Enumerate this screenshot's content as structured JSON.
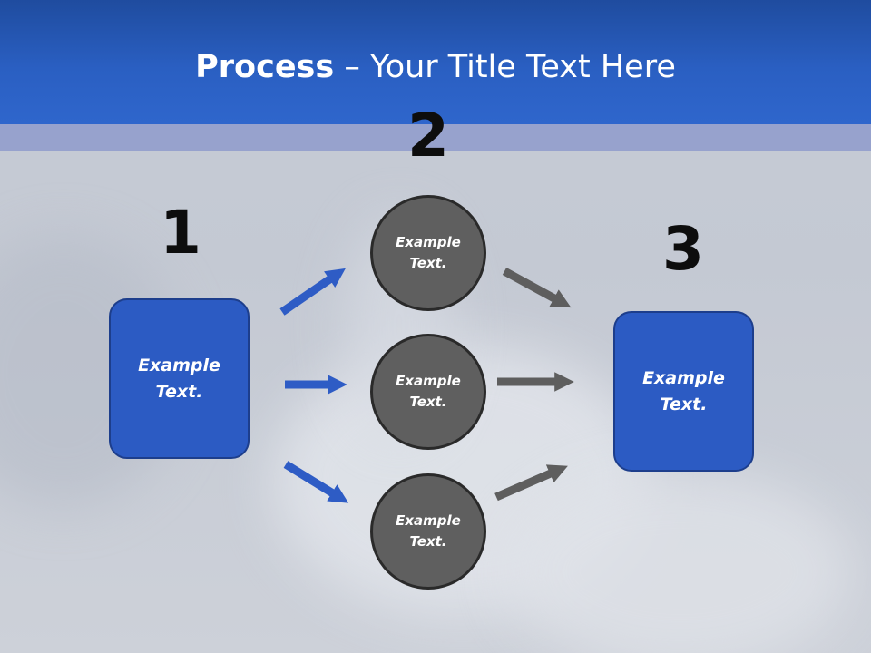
{
  "title": {
    "bold": "Process",
    "rest": " – Your Title Text Here"
  },
  "steps": {
    "one": {
      "number": "1",
      "box_text": "Example\nText."
    },
    "two": {
      "number": "2",
      "circles": [
        "Example\nText.",
        "Example\nText.",
        "Example\nText."
      ]
    },
    "three": {
      "number": "3",
      "box_text": "Example\nText."
    }
  },
  "colors": {
    "header": "#2a5fc2",
    "box": "#2c5bc3",
    "circle": "#5f5f5f",
    "blue_arrow": "#2e5cc5",
    "gray_arrow": "#5e5e5e"
  }
}
